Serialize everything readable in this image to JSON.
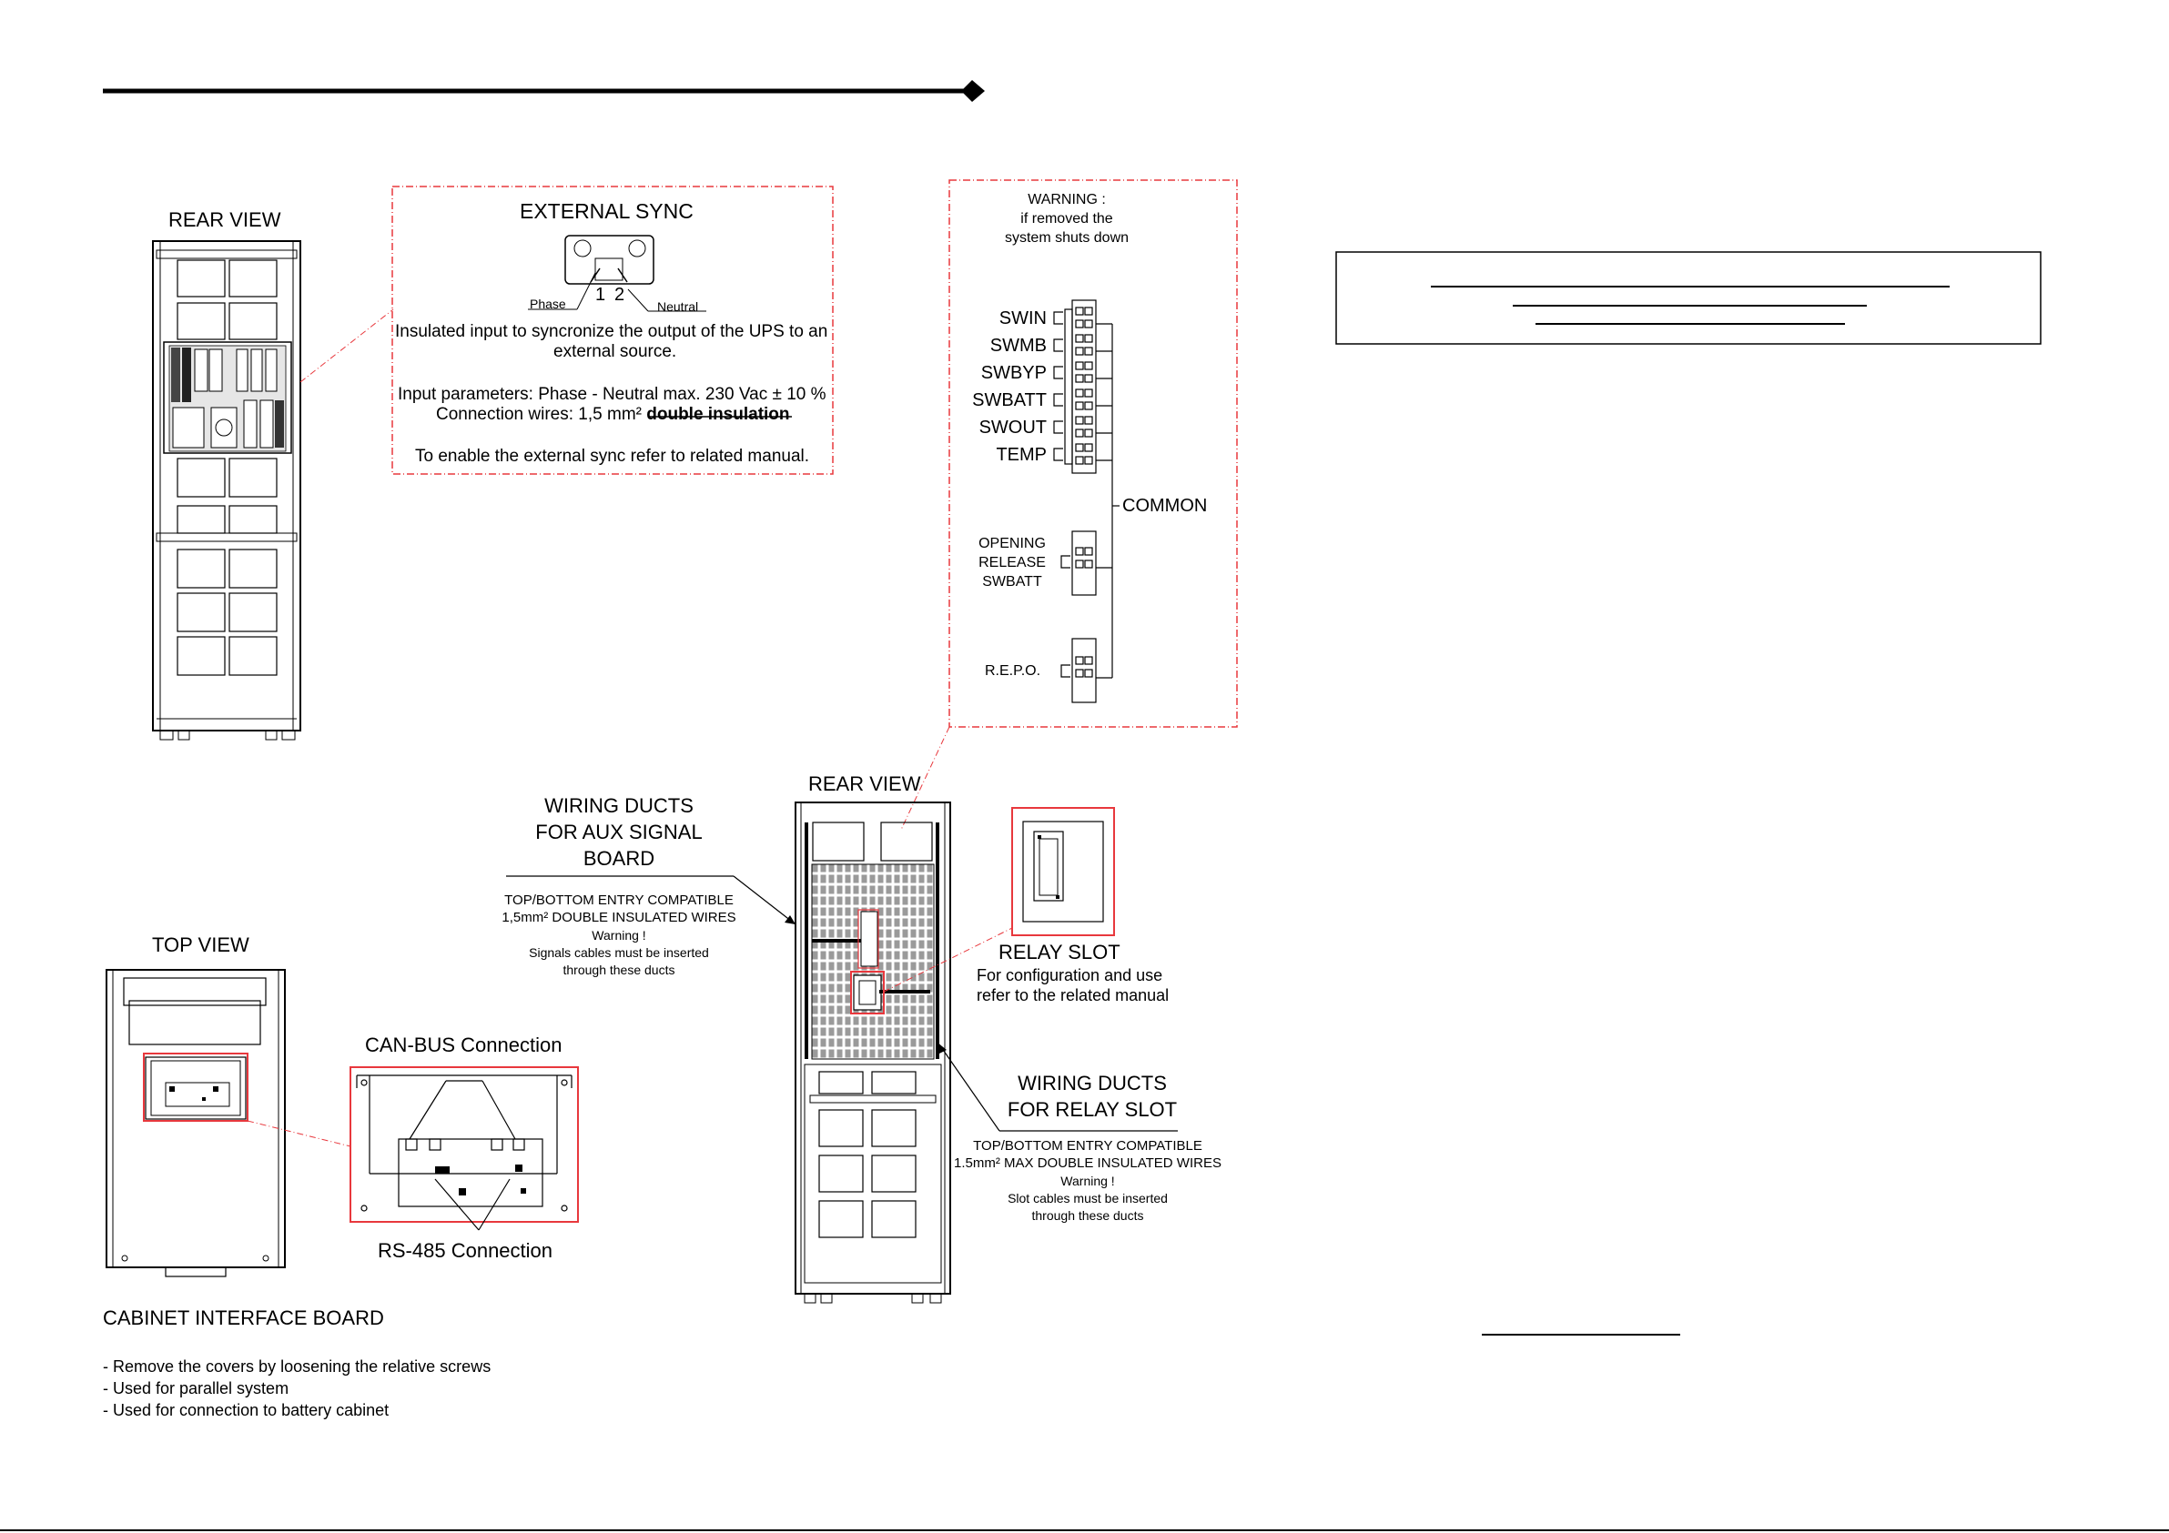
{
  "rear_view_left": {
    "title": "REAR VIEW"
  },
  "external_sync": {
    "title": "EXTERNAL SYNC",
    "phase_label": "Phase",
    "neutral_label": "Neutral",
    "terminal_1": "1",
    "terminal_2": "2",
    "desc_line1": "Insulated input to syncronize the output of the UPS to an",
    "desc_line2": "external source.",
    "params_line1": "Input parameters: Phase - Neutral max. 230 Vac ± 10 %",
    "params_line2_prefix": "Connection wires: 1,5 mm²",
    "params_line2_emph": "double insulation",
    "enable_note": "To enable the external sync refer to related manual."
  },
  "warning_box": {
    "line1": "WARNING :",
    "line2": "if removed the",
    "line3": "system shuts down",
    "connectors": [
      "SWIN",
      "SWMB",
      "SWBYP",
      "SWBATT",
      "SWOUT",
      "TEMP"
    ],
    "common_label": "COMMON",
    "opening_release": [
      "OPENING",
      "RELEASE",
      "SWBATT"
    ],
    "repo_label": "R.E.P.O."
  },
  "top_view": {
    "title": "TOP VIEW"
  },
  "can_bus": {
    "title": "CAN-BUS Connection",
    "rs485": "RS-485 Connection"
  },
  "cabinet_interface": {
    "title": "CABINET INTERFACE BOARD",
    "items": [
      "- Remove the covers by loosening the relative screws",
      "- Used for parallel system",
      "- Used for connection to battery cabinet"
    ]
  },
  "aux_ducts": {
    "title": [
      "WIRING DUCTS",
      "FOR AUX SIGNAL",
      "BOARD"
    ],
    "notes": [
      "TOP/BOTTOM ENTRY COMPATIBLE",
      "1,5mm² DOUBLE INSULATED WIRES",
      "Warning !",
      "Signals cables must be inserted",
      "through these ducts"
    ]
  },
  "rear_view_right": {
    "title": "REAR VIEW"
  },
  "relay_slot": {
    "title": "RELAY SLOT",
    "desc": [
      "For configuration and use",
      "refer to the related manual"
    ]
  },
  "relay_ducts": {
    "title": [
      "WIRING DUCTS",
      "FOR RELAY SLOT"
    ],
    "notes": [
      "TOP/BOTTOM ENTRY COMPATIBLE",
      "1.5mm² MAX DOUBLE INSULATED WIRES",
      "Warning !",
      "Slot cables must be inserted",
      "through these ducts"
    ]
  },
  "colors": {
    "highlight": "#e8383d",
    "line": "#000000"
  }
}
